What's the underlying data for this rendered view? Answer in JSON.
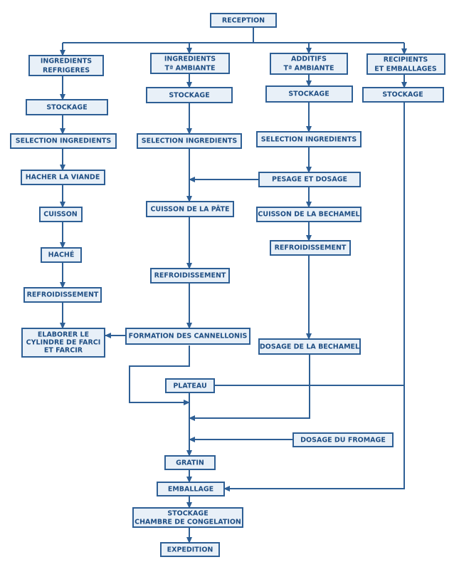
{
  "colors": {
    "box_fill": "#e8f0f8",
    "box_border": "#2e5f95",
    "line": "#2e5f95",
    "text": "#1f4e83"
  },
  "nodes": {
    "reception": "RECEPTION",
    "ing_refrig_1": "INGREDIENTS",
    "ing_refrig_2": "REFRIGERES",
    "ing_amb_1": "INGREDIENTS",
    "ing_amb_2": "Tª AMBIANTE",
    "add_amb_1": "ADDITIFS",
    "add_amb_2": "Tª AMBIANTE",
    "recip_1": "RECIPIENTS",
    "recip_2": "ET EMBALLAGES",
    "stock_a": "STOCKAGE",
    "stock_b": "STOCKAGE",
    "stock_c": "STOCKAGE",
    "stock_d": "STOCKAGE",
    "sel_a": "SELECTION  INGREDIENTS",
    "sel_b": "SELECTION INGREDIENTS",
    "sel_c": "SELECTION INGREDIENTS",
    "hacher": "HACHER LA VIANDE",
    "pesage": "PESAGE ET DOSAGE",
    "cuisson_a": "CUISSON",
    "cuisson_pate": "CUISSON DE LA PÂTE",
    "cuisson_bechamel": "CUISSON DE LA BECHAMEL",
    "hache": "HACHÉ",
    "refroid_c": "REFROIDISSEMENT",
    "refroid_b": "REFROIDISSEMENT",
    "refroid_a": "REFROIDISSEMENT",
    "elaborer_1": "ELABORER LE",
    "elaborer_2": "CYLINDRE DE FARCI",
    "elaborer_3": "ET FARCIR",
    "formation": "FORMATION DES CANNELLONIS",
    "dosage_bechamel": "DOSAGE DE LA BECHAMEL",
    "plateau": "PLATEAU",
    "dosage_fromage": "DOSAGE DU FROMAGE",
    "gratin": "GRATIN",
    "emballage": "EMBALLAGE",
    "stockage_cong_1": "STOCKAGE",
    "stockage_cong_2": "CHAMBRE DE CONGELATION",
    "expedition": "EXPEDITION"
  }
}
